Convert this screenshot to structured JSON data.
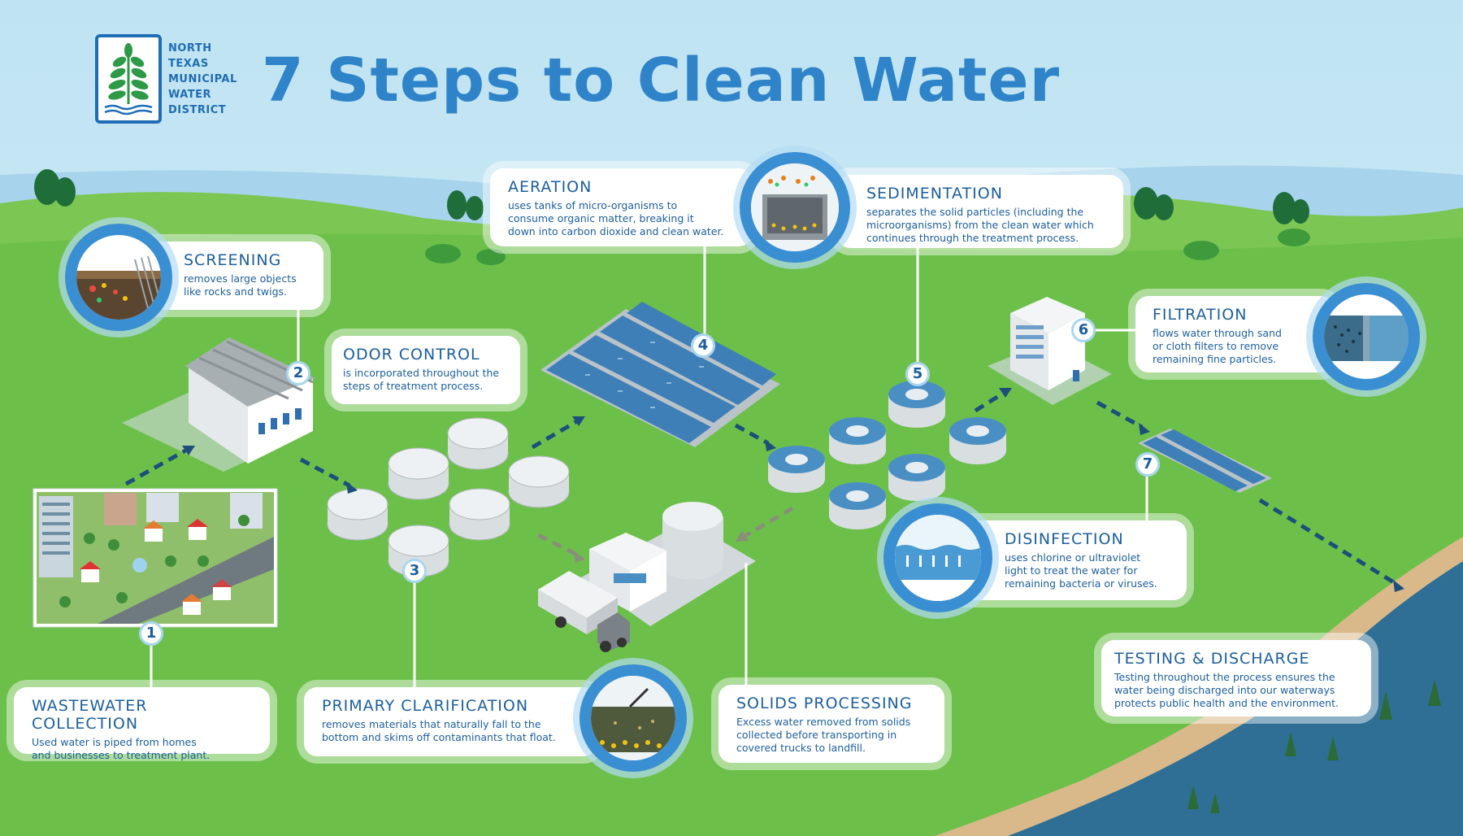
{
  "title": "7 Steps to Clean Water",
  "organization": {
    "name_lines": [
      "NORTH",
      "TEXAS",
      "MUNICIPAL",
      "WATER",
      "DISTRICT"
    ],
    "logo_icon": "tree-logo-icon"
  },
  "colors": {
    "sky": "#bfe3f2",
    "grass": "#6cc04a",
    "title_blue": "#2f84c9",
    "text_blue": "#1c5f9e",
    "water": "#2f6f95"
  },
  "steps": {
    "wastewater_collection": {
      "number": "1",
      "title": "WASTEWATER COLLECTION",
      "desc": [
        "Used water is piped from homes",
        "and businesses to treatment plant."
      ]
    },
    "screening": {
      "number": "2",
      "title": "SCREENING",
      "desc": [
        "removes large objects",
        "like rocks and twigs."
      ],
      "icon": "screening-icon"
    },
    "odor_control": {
      "title": "ODOR CONTROL",
      "desc": [
        "is incorporated throughout the",
        "steps of treatment process."
      ]
    },
    "primary_clarification": {
      "number": "3",
      "title": "PRIMARY CLARIFICATION",
      "desc": [
        "removes materials that naturally fall to the",
        "bottom and skims off contaminants that float."
      ],
      "icon": "clarification-icon"
    },
    "aeration": {
      "number": "4",
      "title": "AERATION",
      "desc": [
        "uses tanks of micro-organisms to",
        "consume organic matter, breaking it",
        "down into carbon dioxide and clean water."
      ]
    },
    "sedimentation": {
      "number": "5",
      "title": "SEDIMENTATION",
      "desc": [
        "separates the solid particles (including the",
        "microorganisms) from the clean water which",
        "continues through the treatment process."
      ],
      "icon": "sedimentation-icon"
    },
    "filtration": {
      "number": "6",
      "title": "FILTRATION",
      "desc": [
        "flows water through sand",
        "or cloth filters to remove",
        "remaining fine particles."
      ],
      "icon": "filtration-icon"
    },
    "disinfection": {
      "number": "7",
      "title": "DISINFECTION",
      "desc": [
        "uses chlorine or ultraviolet",
        "light to treat the water for",
        "remaining bacteria or viruses."
      ],
      "icon": "disinfection-icon"
    },
    "solids_processing": {
      "title": "SOLIDS PROCESSING",
      "desc": [
        "Excess water removed from solids",
        "collected before transporting in",
        "covered trucks to landfill."
      ]
    },
    "testing_discharge": {
      "title": "TESTING & DISCHARGE",
      "desc": [
        "Testing throughout the process ensures the",
        "water being discharged into our waterways",
        "protects public health and the environment."
      ]
    }
  }
}
